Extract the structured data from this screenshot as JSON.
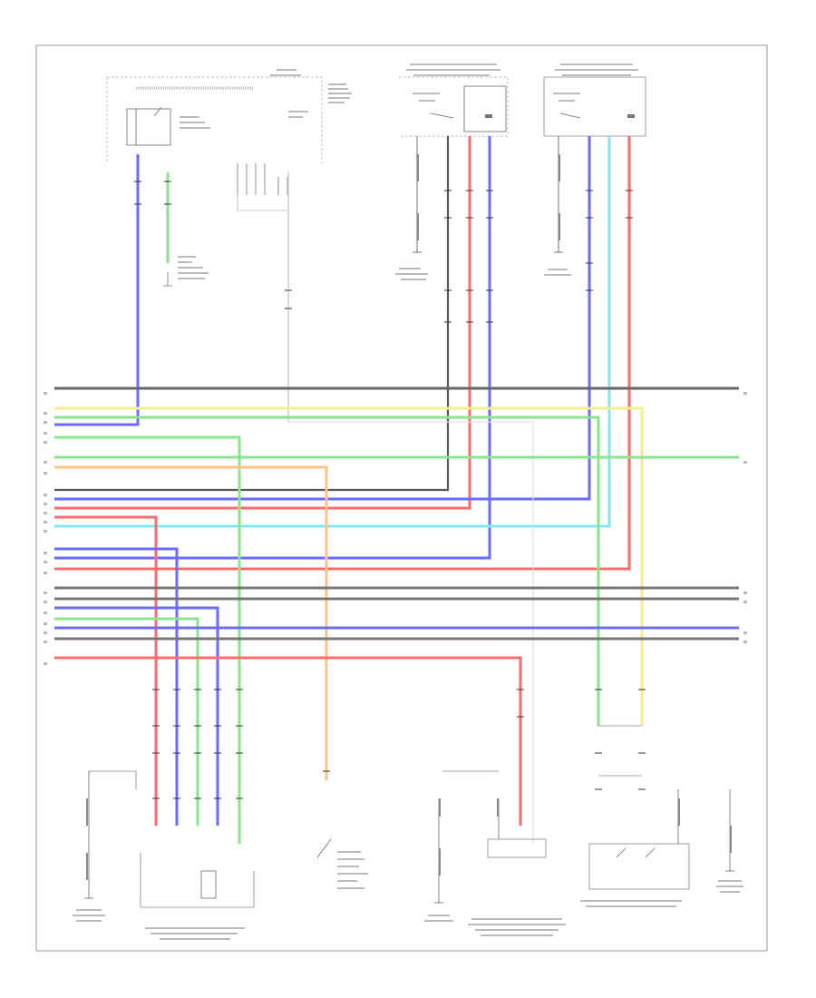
{
  "footer_tag": "",
  "components": [
    {
      "key": "dome",
      "title": ""
    },
    {
      "key": "front_door",
      "title": ""
    },
    {
      "key": "left_door",
      "title": ""
    },
    {
      "key": "left_slide",
      "title": ""
    },
    {
      "key": "front_courtesy",
      "title": ""
    },
    {
      "key": "right_slide",
      "title": ""
    }
  ],
  "wire_colors": {
    "blue": "#6b6bff",
    "green": "#8be38b",
    "red": "#ff6b6b",
    "yellow": "#f5ef8a",
    "cyan": "#7fe9f2",
    "orange": "#ffc38a",
    "gray": "#8a8a8a",
    "dark": "#555555"
  }
}
